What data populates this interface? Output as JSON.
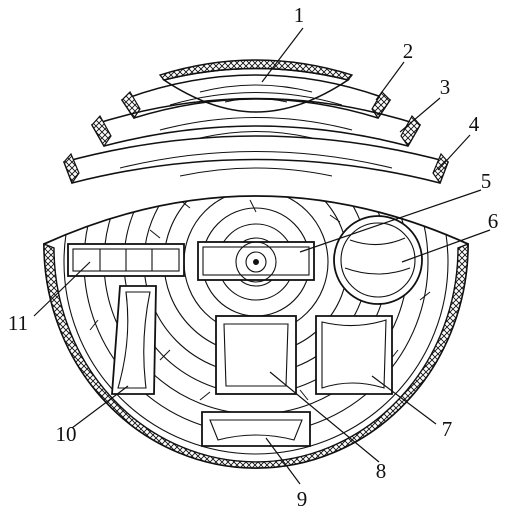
{
  "figure": {
    "callouts": [
      {
        "id": "1",
        "label": "1"
      },
      {
        "id": "2",
        "label": "2"
      },
      {
        "id": "3",
        "label": "3"
      },
      {
        "id": "4",
        "label": "4"
      },
      {
        "id": "5",
        "label": "5"
      },
      {
        "id": "6",
        "label": "6"
      },
      {
        "id": "7",
        "label": "7"
      },
      {
        "id": "8",
        "label": "8"
      },
      {
        "id": "9",
        "label": "9"
      },
      {
        "id": "10",
        "label": "10"
      },
      {
        "id": "11",
        "label": "11"
      }
    ],
    "colors": {
      "line": "#111111",
      "background": "#ffffff"
    }
  }
}
